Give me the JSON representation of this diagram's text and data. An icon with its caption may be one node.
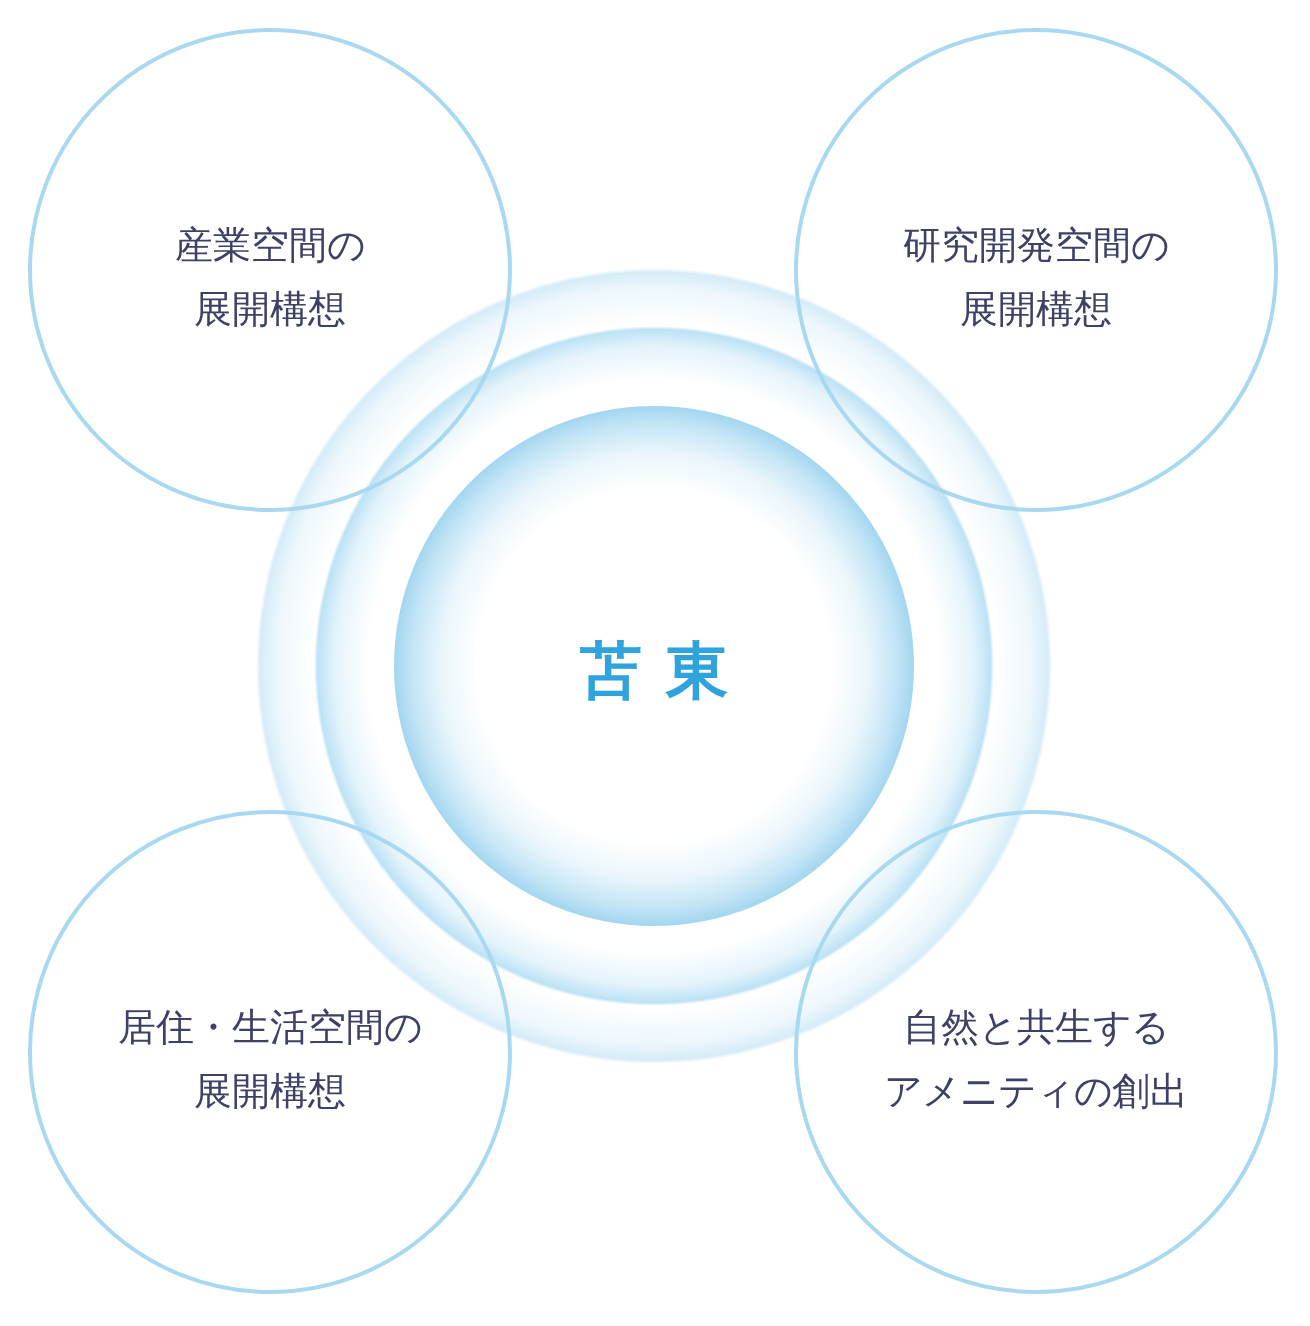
{
  "diagram": {
    "nodes": [
      {
        "text": [
          "産業空間の展開構想"
        ]
      },
      {
        "text": [
          "研究開発空間の展開構想"
        ]
      },
      {
        "text": [
          "苫東"
        ]
      },
      {
        "text": [
          "居住・生活空間の展開構想"
        ]
      },
      {
        "text": [
          "自然と共生するアメニティの創出"
        ]
      }
    ]
  }
}
